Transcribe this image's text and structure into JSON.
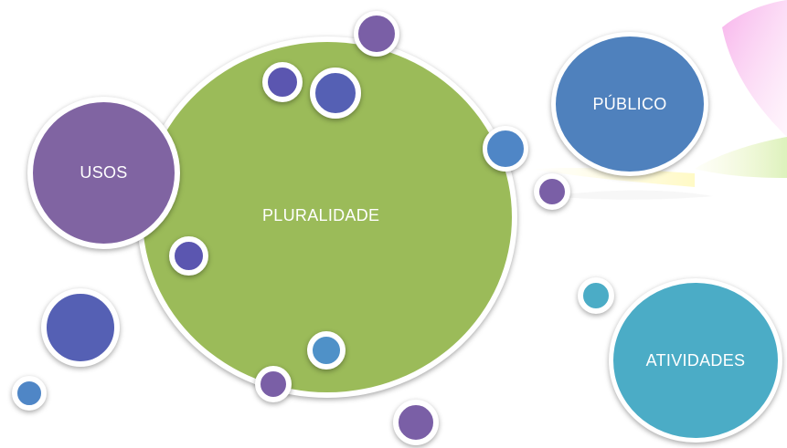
{
  "diagram": {
    "center": {
      "label": "PLURALIDADE",
      "color": "#9bbb59"
    },
    "nodes": [
      {
        "id": "usos",
        "label": "USOS",
        "color": "#8064a2"
      },
      {
        "id": "publico",
        "label": "PÚBLICO",
        "color": "#4f81bd"
      },
      {
        "id": "atividades",
        "label": "ATIVIDADES",
        "color": "#4bacc6"
      }
    ]
  },
  "colors": {
    "purple": "#7a5fa6",
    "indigo": "#5560b4",
    "blue": "#4f86c6",
    "teal": "#4bacc6",
    "green": "#9bbb59"
  }
}
